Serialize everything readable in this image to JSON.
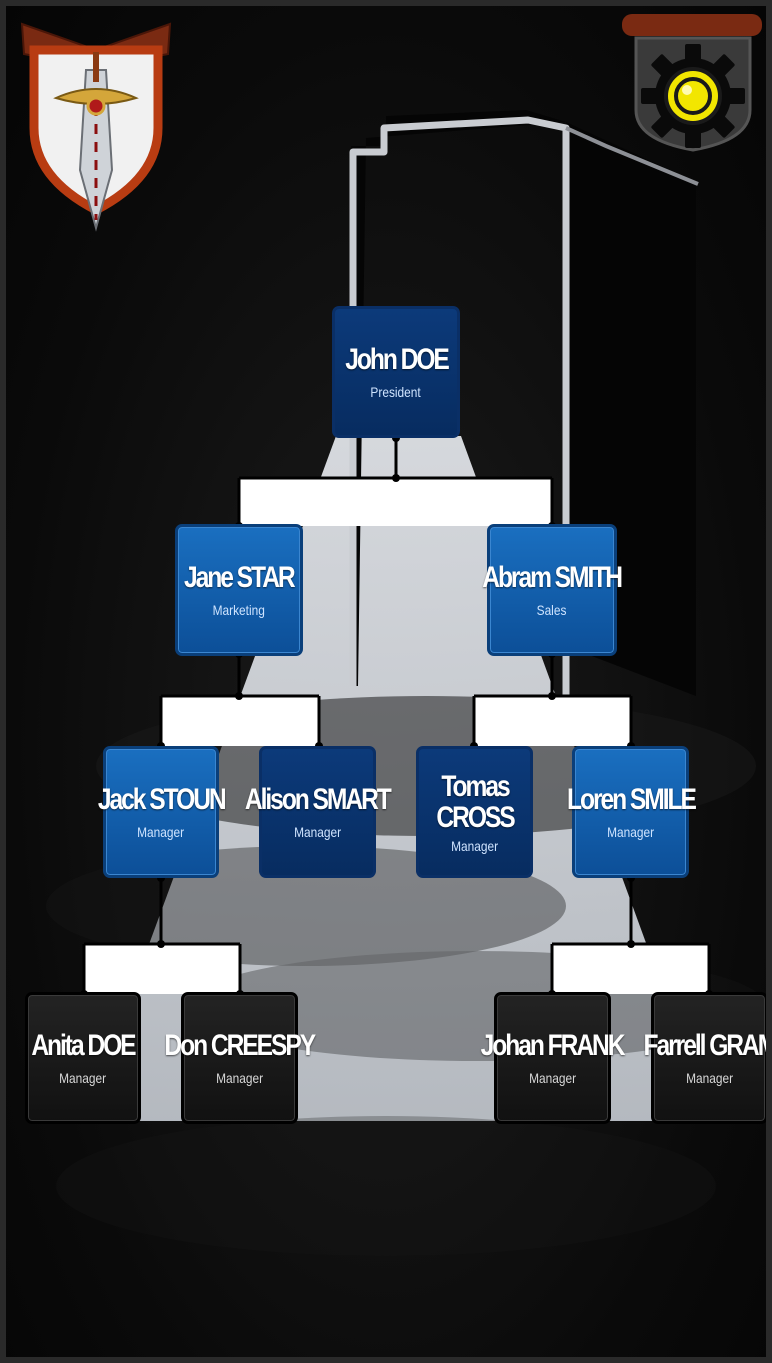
{
  "org_chart": {
    "president": {
      "name": "John DOE",
      "role": "President"
    },
    "level1": [
      {
        "name": "Jane STAR",
        "role": "Marketing"
      },
      {
        "name": "Abram  SMITH",
        "role": "Sales"
      }
    ],
    "level2": [
      {
        "name": "Jack STOUN",
        "role": "Manager"
      },
      {
        "name": "Alison SMART",
        "role": "Manager"
      },
      {
        "name": "Tomas CROSS",
        "role": "Manager"
      },
      {
        "name": "Loren SMILE",
        "role": "Manager"
      }
    ],
    "level3": [
      {
        "name": "Anita DOE",
        "role": "Manager"
      },
      {
        "name": "Don CREESPY",
        "role": "Manager"
      },
      {
        "name": "Johan FRANK",
        "role": "Manager"
      },
      {
        "name": "Farrell GRAM",
        "role": "Manager"
      }
    ]
  },
  "hud": {
    "emblem_icon": "sword-shield-icon",
    "settings_icon": "gear-icon",
    "accent_color": "#f2e600"
  },
  "colors": {
    "node_blue": "#0c5aa8",
    "node_dark": "#151515",
    "light_beam": "#d6dae0"
  }
}
